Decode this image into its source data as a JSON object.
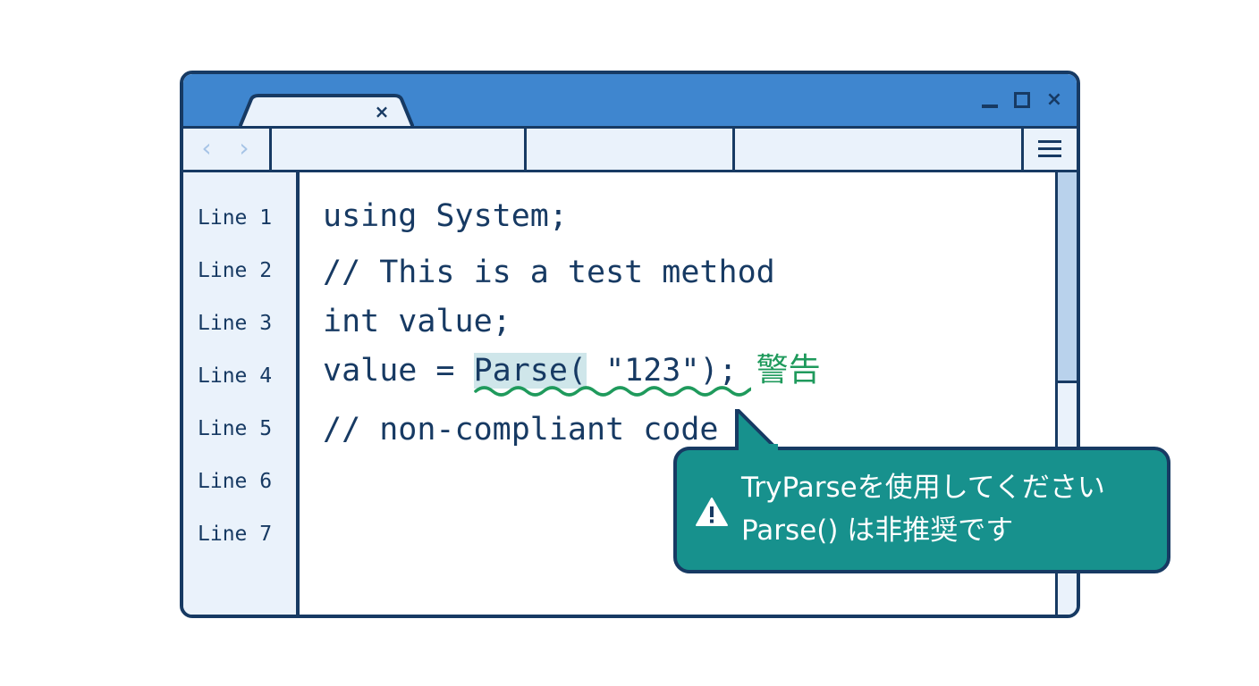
{
  "window": {
    "tab": {
      "close_glyph": "×"
    },
    "controls": {
      "minimize": "minimize-icon",
      "maximize": "maximize-icon",
      "close_glyph": "×"
    }
  },
  "toolbar": {
    "back_glyph": "‹",
    "forward_glyph": "›",
    "menu": "hamburger-menu-icon"
  },
  "editor": {
    "line_numbers": [
      "Line 1",
      "Line 2",
      "Line 3",
      "Line 4",
      "Line 5",
      "Line 6",
      "Line 7"
    ],
    "code": {
      "line1": "using System;",
      "line2": "// This is a test method",
      "line3": "int value;",
      "line4_prefix": "value = ",
      "line4_highlight": "Parse(",
      "line4_suffix": " \"123\"); ",
      "line4_warning": "警告",
      "line5": "// non-compliant code"
    }
  },
  "tooltip": {
    "icon": "warning-icon",
    "line1": "TryParseを使用してください",
    "line2": "Parse() は非推奨です"
  },
  "colors": {
    "titlebar": "#3f86cf",
    "border": "#173a63",
    "panel": "#eaf2fb",
    "highlight": "#cfe6ea",
    "warning_text": "#1f9a5c",
    "tooltip_bg": "#17918d"
  }
}
